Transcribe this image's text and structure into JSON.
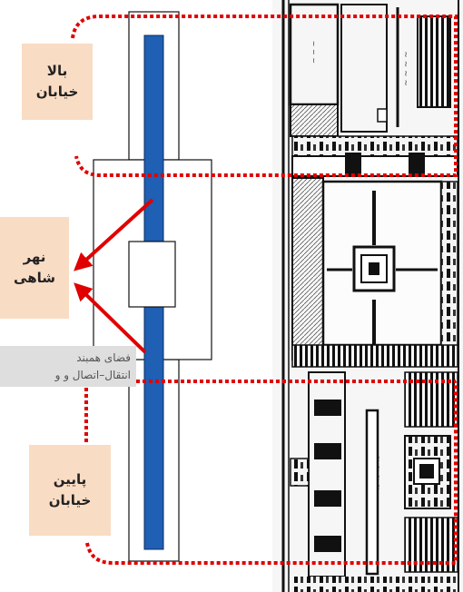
{
  "labels": {
    "upper_street": [
      "بالا",
      "خیابان"
    ],
    "royal_stream": [
      "نهر",
      "شاهی"
    ],
    "lower_street": [
      "پایین",
      "خیابان"
    ],
    "domed_space": [
      "فضای همبند",
      "انتقال–اتصال و و"
    ]
  },
  "colors": {
    "label_bg": "#f9dcc4",
    "note_bg": "#dedede",
    "stream": "#1f5fb4",
    "dotted_outline": "#e00000",
    "arrow": "#e00000"
  }
}
